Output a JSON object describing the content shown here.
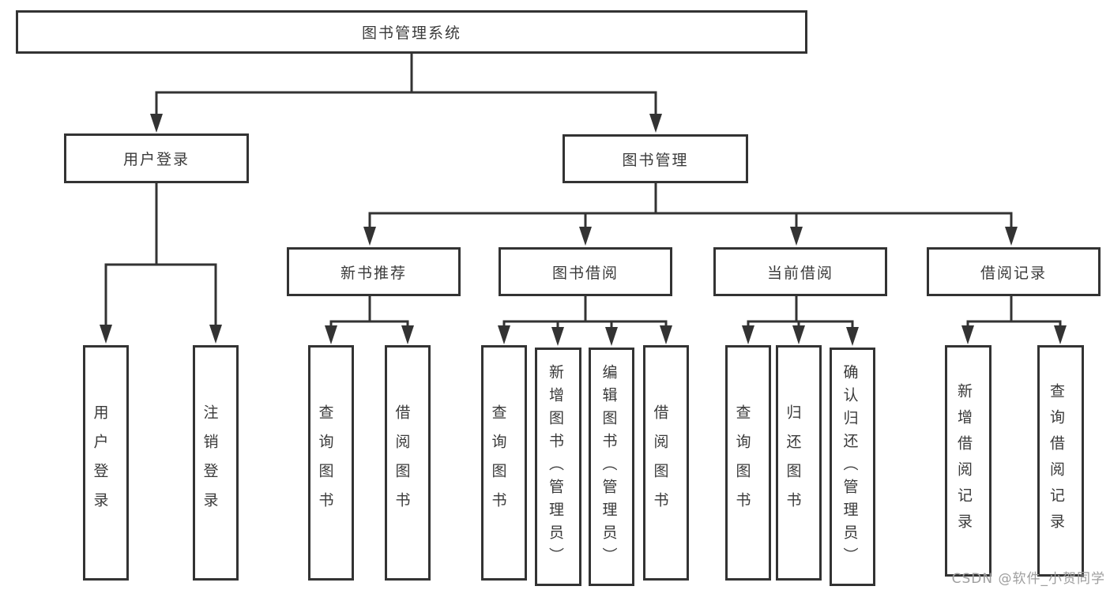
{
  "root": {
    "label": "图书管理系统"
  },
  "user_branch": {
    "label": "用户登录",
    "children": [
      {
        "label": "用户登录"
      },
      {
        "label": "注销登录"
      }
    ]
  },
  "book_branch": {
    "label": "图书管理",
    "groups": [
      {
        "label": "新书推荐",
        "children": [
          {
            "label": "查询图书"
          },
          {
            "label": "借阅图书"
          }
        ]
      },
      {
        "label": "图书借阅",
        "children": [
          {
            "label": "查询图书"
          },
          {
            "label": "新增图书（管理员）"
          },
          {
            "label": "编辑图书（管理员）"
          },
          {
            "label": "借阅图书"
          }
        ]
      },
      {
        "label": "当前借阅",
        "children": [
          {
            "label": "查询图书"
          },
          {
            "label": "归还图书"
          },
          {
            "label": "确认归还（管理员）"
          }
        ]
      },
      {
        "label": "借阅记录",
        "children": [
          {
            "label": "新增借阅记录"
          },
          {
            "label": "查询借阅记录"
          }
        ]
      }
    ]
  },
  "watermark": {
    "text": "CSDN @软件_小贺同学"
  },
  "colors": {
    "line": "#333333",
    "box_background": "#ffffff",
    "watermark": "#9e9e9e"
  }
}
